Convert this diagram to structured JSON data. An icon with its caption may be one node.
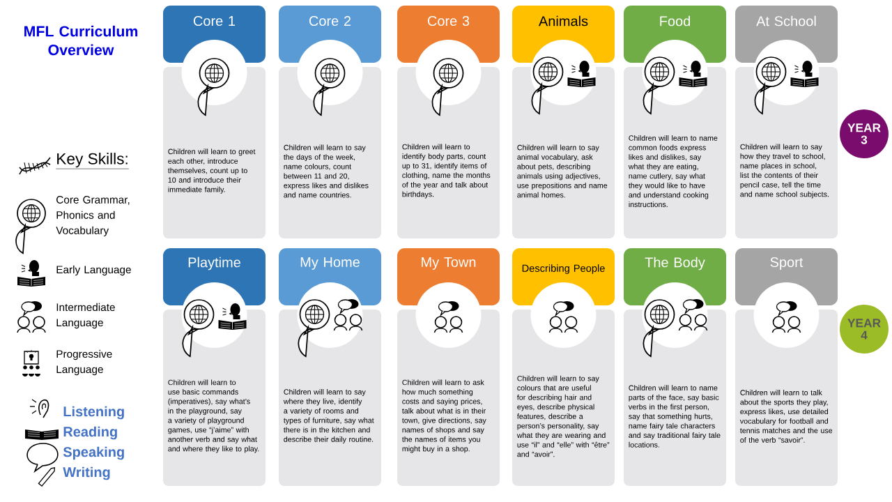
{
  "diagram": {
    "title": "MFL Curriculum Overview",
    "nodes": [
      {
        "text": [
          "Core 1",
          "Children will learn to greet each other, introduce themselves, count up to 10 and introduce their immediate family."
        ]
      },
      {
        "text": [
          "Core 2",
          "Children will learn to say the days of the week, name colours, count between 11 and 20, express likes and dislikes and name countries."
        ]
      },
      {
        "text": [
          "Core 3",
          "Children will learn to identify body parts, count up to 31, identify items of clothing, name the months of the year and talk about birthdays."
        ]
      },
      {
        "text": [
          "Animals",
          "Children will learn to say animal vocabulary, ask about pets, describing animals using adjectives, use prepositions and name animal homes."
        ]
      },
      {
        "text": [
          "Food",
          "Children will learn to name common foods express likes and dislikes, say what they are eating, name cutlery, say what they would like to have and understand cooking instructions."
        ]
      },
      {
        "text": [
          "At School",
          "Children will learn to say how they travel to school, name places in school, list the contents of their pencil case, tell the time and name school subjects."
        ]
      },
      {
        "text": [
          "Playtime",
          "Children will learn to use basic commands (imperatives), say what’s in the playground, say a variety of playground games, use “j’aime” with another verb and say what and where they like to play."
        ]
      },
      {
        "text": [
          "My Home",
          "Children will learn to say where they live, identify a variety of rooms and types of furniture, say what there is in the kitchen and describe their daily routine."
        ]
      },
      {
        "text": [
          "My Town",
          "Children will learn to ask how much something costs and saying prices, talk about what is in their town, give directions, say names of shops and say the names of items you might buy in a shop."
        ]
      },
      {
        "text": [
          "Describing People",
          "Children will learn to say colours that are useful for describing hair and eyes, describe physical features, describe a person’s personality, say what they are wearing and use “il” and “elle” with “être” and “avoir”."
        ]
      },
      {
        "text": [
          "The Body",
          "Children will learn to name parts of the face, say basic verbs in the first person, say that something hurts, name fairy tale characters and say traditional fairy tale locations."
        ]
      },
      {
        "text": [
          "Sport",
          "Children will learn to talk about the sports they play, express likes, use detailed vocabulary for football and tennis matches and the use of the verb “savoir”."
        ]
      },
      {
        "text": [
          "YEAR 3"
        ]
      },
      {
        "text": [
          "YEAR 4"
        ]
      }
    ],
    "labels": [
      "Key Skills:",
      "Listening",
      "Reading",
      "Speaking",
      "Writing"
    ],
    "legend": [
      {
        "text": "Core Grammar, Phonics and Vocabulary"
      },
      {
        "text": "Early Language"
      },
      {
        "text": "Intermediate Language"
      },
      {
        "text": "Progressive Language"
      }
    ]
  }
}
